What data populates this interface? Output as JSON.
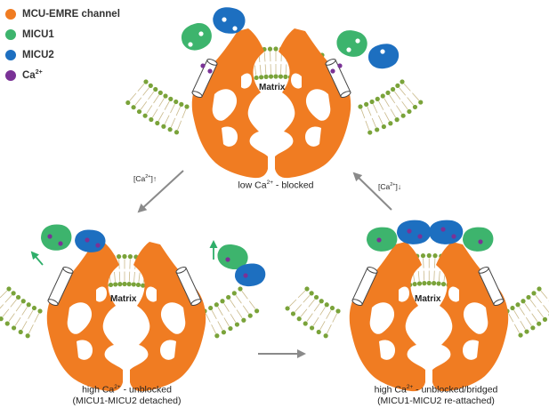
{
  "legend": {
    "items": [
      {
        "label": "MCU-EMRE channel",
        "color": "#f07c22"
      },
      {
        "label": "MICU1",
        "color": "#3db46d"
      },
      {
        "label": "MICU2",
        "color": "#1d6fc0"
      },
      {
        "label": "Ca",
        "sup": "2+",
        "color": "#7a3296"
      }
    ]
  },
  "states": {
    "top": {
      "prefix": "low Ca",
      "sup": "2+",
      "suffix": " - blocked",
      "line2": ""
    },
    "bottom_left": {
      "prefix": "high Ca",
      "sup": "2+",
      "suffix": " - unblocked",
      "line2": "(MICU1-MICU2 detached)"
    },
    "bottom_right": {
      "prefix": "high Ca",
      "sup": "2+",
      "suffix": " - unblocked/bridged",
      "line2": "(MICU1-MICU2 re-attached)"
    }
  },
  "matrix_label": "Matrix",
  "transitions": {
    "up": {
      "text": "[Ca",
      "sup": "2+",
      "close": "]",
      "arrow": "↑"
    },
    "down": {
      "text": "[Ca",
      "sup": "2+",
      "close": "]",
      "arrow": "↓"
    }
  },
  "colors": {
    "channel": "#f07c22",
    "micu1": "#3db46d",
    "micu2": "#1d6fc0",
    "calcium": "#7a3296",
    "membrane_head": "#7aa33a",
    "arrow": "#8a8a8a",
    "detach_arrow": "#2fae6a"
  }
}
